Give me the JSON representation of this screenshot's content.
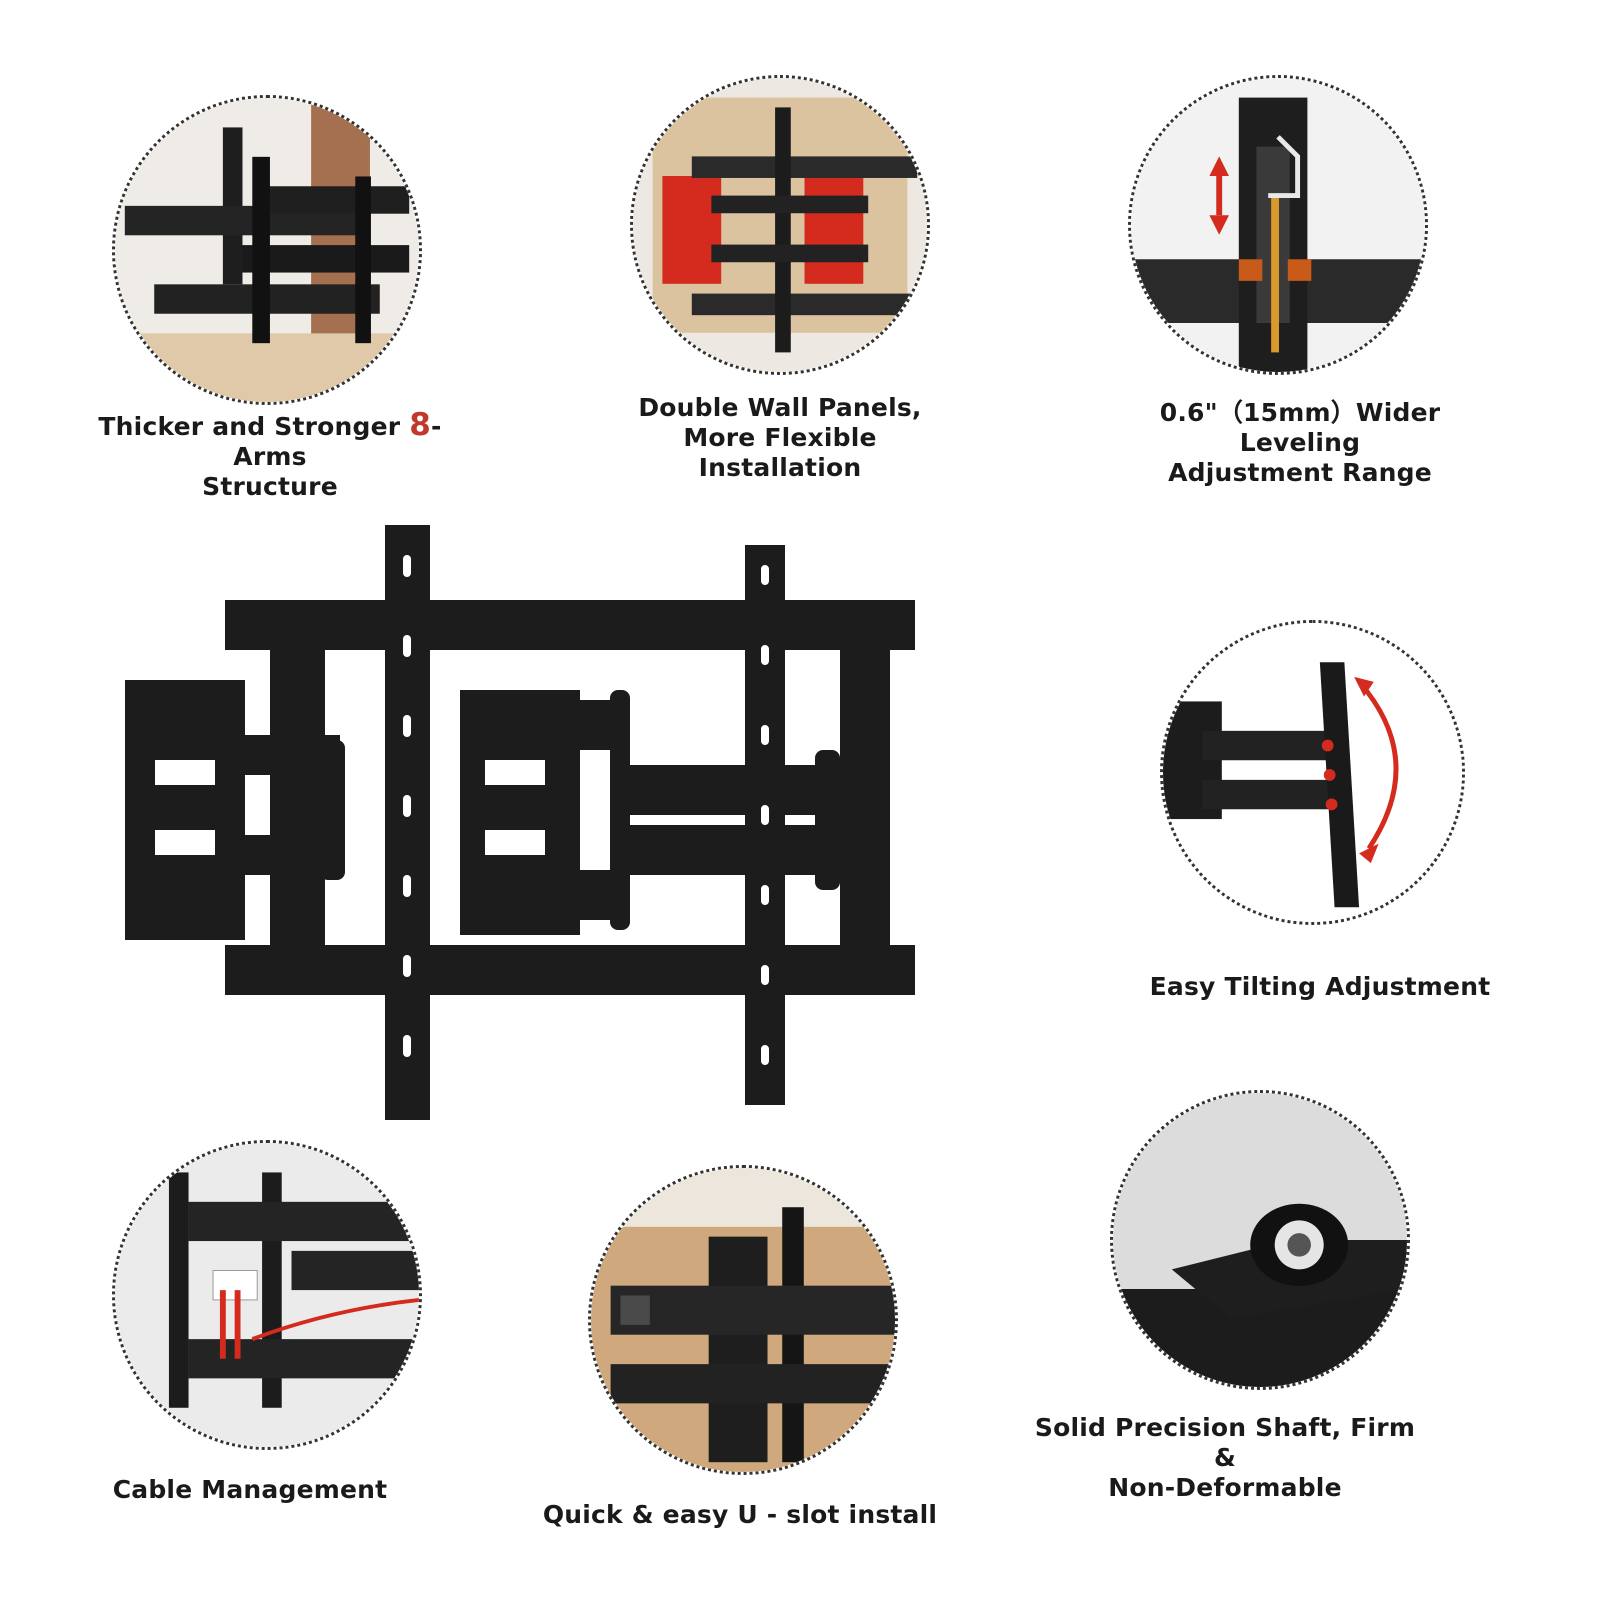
{
  "features": [
    {
      "id": "arms",
      "label_pre": "Thicker and Stronger ",
      "label_accent": "8",
      "label_post": "-Arms",
      "label_line2": "Structure"
    },
    {
      "id": "wall_panels",
      "label_line1": "Double Wall Panels,",
      "label_line2": "More Flexible",
      "label_line3": "Installation"
    },
    {
      "id": "leveling",
      "label_line1": "0.6\"（15mm）Wider Leveling",
      "label_line2": "Adjustment Range"
    },
    {
      "id": "tilting",
      "label_line1": "Easy Tilting Adjustment"
    },
    {
      "id": "cable",
      "label_line1": "Cable Management"
    },
    {
      "id": "u_slot",
      "label_line1": "Quick & easy U - slot install"
    },
    {
      "id": "shaft",
      "label_line1": "Solid Precision Shaft, Firm &",
      "label_line2": "Non-Deformable"
    }
  ],
  "colors": {
    "metal": "#1c1c1c",
    "accent_red": "#d42b1e",
    "wood": "#c9a783",
    "wall": "#ece9e4"
  }
}
